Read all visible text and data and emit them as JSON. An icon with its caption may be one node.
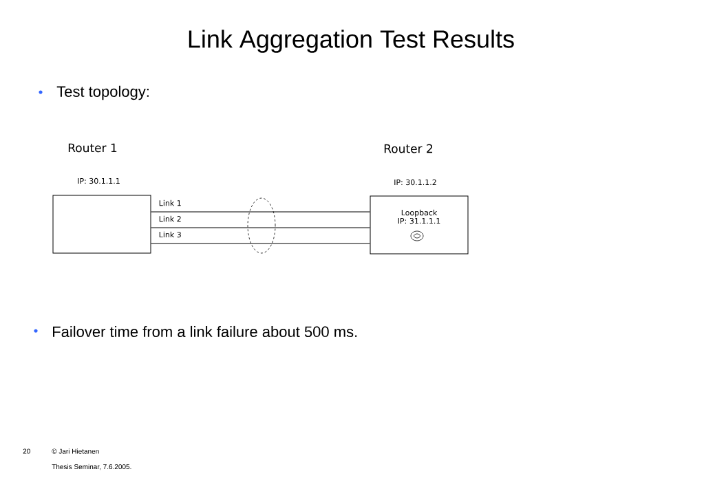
{
  "diagram": {
    "title": "Link Aggregation Test Results",
    "nodes": [
      {
        "text": [
          "Router 1",
          "IP: 30.1.1.1"
        ]
      },
      {
        "text": [
          "Router 2",
          "IP: 30.1.1.2",
          "Loopback IP: 31.1.1.1"
        ]
      }
    ],
    "edges": [
      {
        "from": 0,
        "to": 1,
        "arrow": "none",
        "label": "Link 1"
      },
      {
        "from": 0,
        "to": 1,
        "arrow": "none",
        "label": "Link 2"
      },
      {
        "from": 0,
        "to": 1,
        "arrow": "none",
        "label": "Link 3"
      }
    ],
    "labels": [
      "Test topology:",
      "Failover time from a link failure about 500 ms.",
      "20",
      "© Jari Hietanen",
      "Thesis Seminar, 7.6.2005."
    ]
  }
}
